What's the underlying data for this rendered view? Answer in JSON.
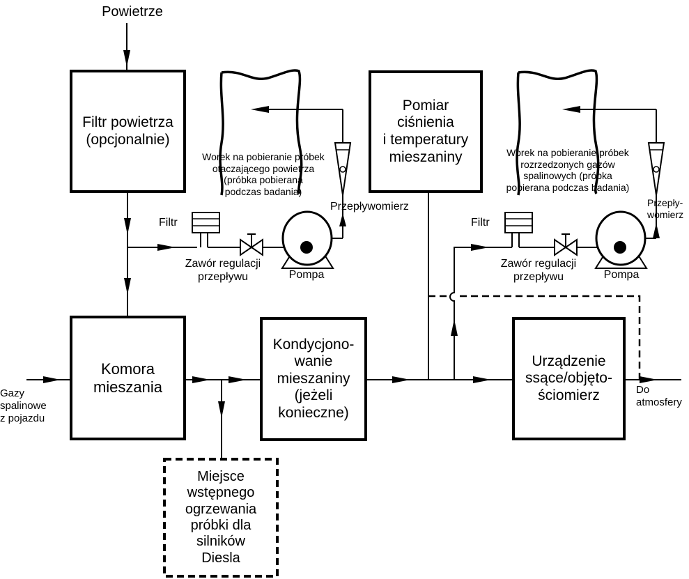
{
  "labels": {
    "air_in": "Powietrze",
    "air_filter": "Filtr powietrza\n(opcjonalnie)",
    "mixing_chamber": "Komora\nmieszania",
    "conditioning": "Kondycjono-\nwanie\nmieszaniny\n(jeżeli\nkonieczne)",
    "preheat": "Miejsce\nwstępnego\nogrzewania\npróbki dla\nsilników\nDiesla",
    "pressure_temp": "Pomiar\nciśnienia\ni temperatury\nmieszaniny",
    "suction_device": "Urządzenie\nssące/objęto-\nściomierz",
    "exhaust_in": "Gazy\nspalinowe\nz pojazdu",
    "to_atmosphere": "Do\natmosfery",
    "bag_ambient": "Worek na pobieranie próbek\notaczającego powietrza\n(próbka pobierana\npodczas badania)",
    "bag_diluted": "Worek na pobieranie próbek\nrozrzedzonych gazów\nspalinowych (próbka\npobierana podczas badania)",
    "filter_1": "Filtr",
    "filter_2": "Filtr",
    "valve_1": "Zawór regulacji\nprzepływu",
    "valve_2": "Zawór regulacji\nprzepływu",
    "pump_1": "Pompa",
    "pump_2": "Pompa",
    "flowmeter_1": "Przepływomierz",
    "flowmeter_2": "Przepły-\nwomierz"
  }
}
